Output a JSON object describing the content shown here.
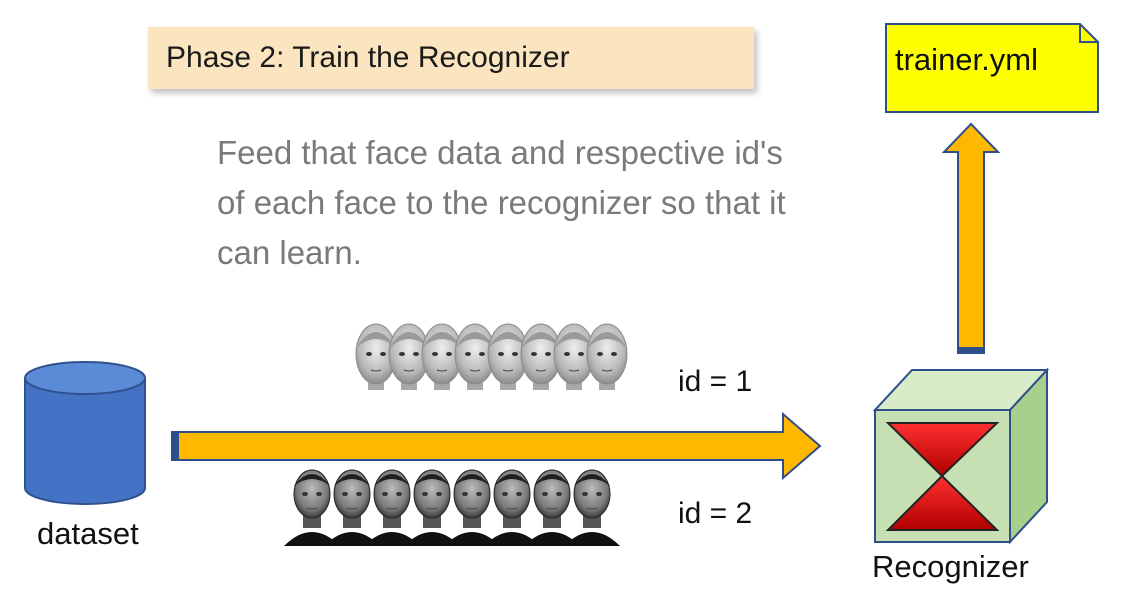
{
  "phase": {
    "title": "Phase 2: Train the Recognizer"
  },
  "description": "Feed that face data and respective id's of each face to the recognizer so that it can learn.",
  "dataset": {
    "label": "dataset"
  },
  "faces": {
    "group1": {
      "id_label": "id = 1",
      "count": 8
    },
    "group2": {
      "id_label": "id = 2",
      "count": 8
    }
  },
  "recognizer": {
    "label": "Recognizer"
  },
  "output": {
    "file_label": "trainer.yml"
  },
  "colors": {
    "arrow_fill": "#ffb800",
    "arrow_stroke": "#2e4e8c",
    "cylinder": "#4472c4",
    "cube": "#c6e0b4",
    "hourglass": "#e01010",
    "file_note": "#ffff00",
    "phase_box": "#fbe5c0"
  }
}
